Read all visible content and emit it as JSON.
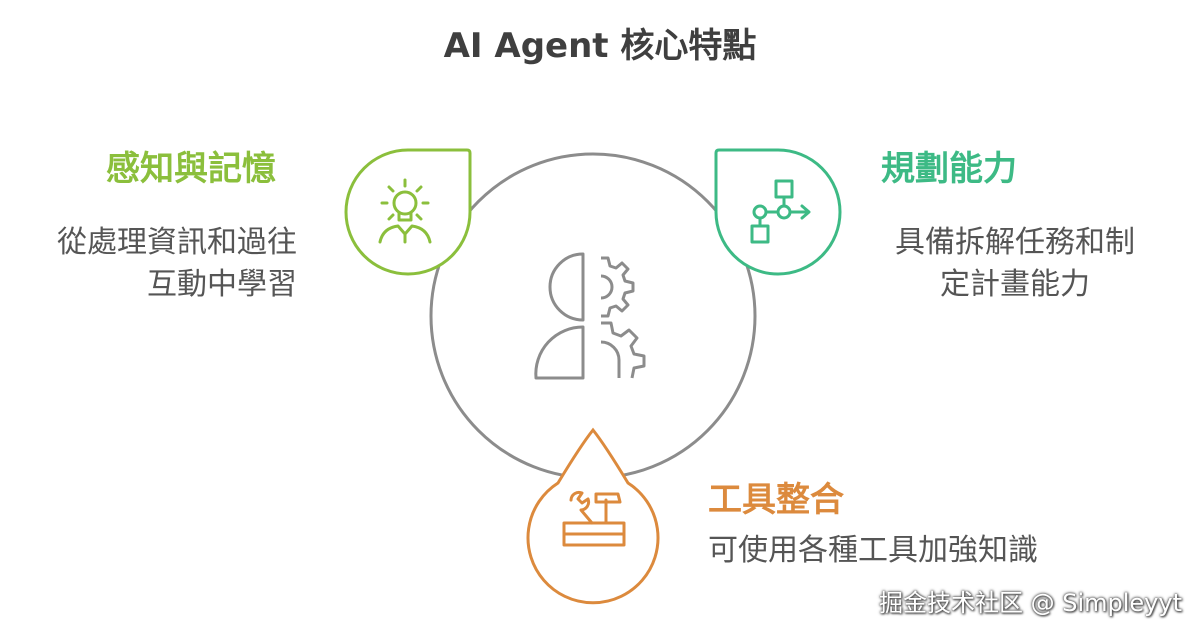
{
  "title": "AI Agent 核心特點",
  "colors": {
    "perception": "#8bbf3c",
    "planning": "#3dba85",
    "tools": "#dc8a3d",
    "center": "#8c8c8c",
    "title": "#3f3f3f",
    "desc": "#555555"
  },
  "features": {
    "perception": {
      "heading": "感知與記憶",
      "desc_line1": "從處理資訊和過往",
      "desc_line2": "互動中學習",
      "icon": "lightbulb-person-icon"
    },
    "planning": {
      "heading": "規劃能力",
      "desc_line1": "具備拆解任務和制",
      "desc_line2": "定計畫能力",
      "icon": "flowchart-icon"
    },
    "tools": {
      "heading": "工具整合",
      "desc_line1": "可使用各種工具加強知識",
      "icon": "toolbox-icon"
    }
  },
  "center_icon": "person-gears-icon",
  "watermark": "掘金技术社区 @ Simpleyyt"
}
